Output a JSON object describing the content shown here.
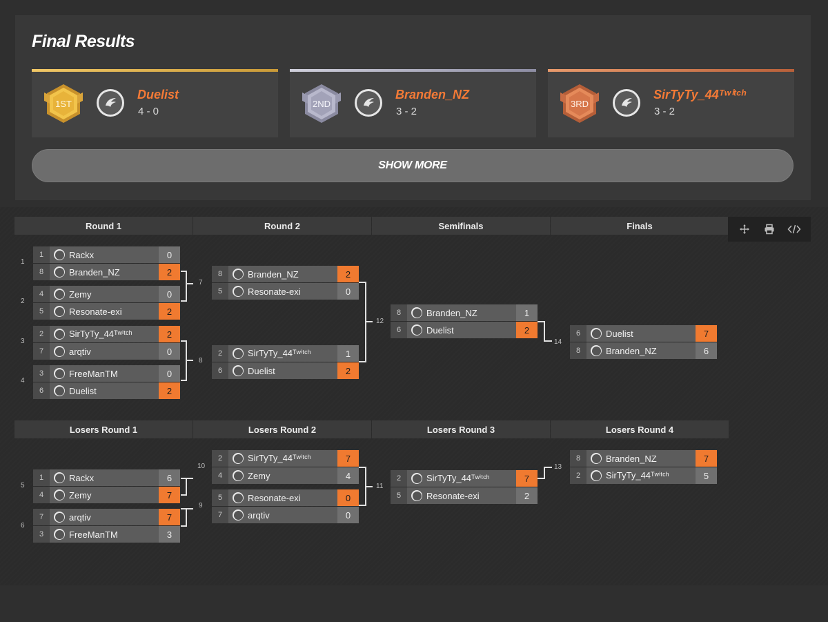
{
  "results": {
    "title": "Final Results",
    "show_more_label": "SHOW MORE",
    "podium": [
      {
        "place": "1ST",
        "name": "Duelist",
        "score": "4 - 0",
        "color": "#e2b23c"
      },
      {
        "place": "2ND",
        "name": "Branden_NZ",
        "score": "3 - 2",
        "color": "#a6a6b8"
      },
      {
        "place": "3RD",
        "name": "SirTyTy_44ᵀʷⁱᵗᶜʰ",
        "score": "3 - 2",
        "color": "#d9774a"
      }
    ]
  },
  "winners_headers": [
    "Round 1",
    "Round 2",
    "Semifinals",
    "Finals"
  ],
  "losers_headers": [
    "Losers Round 1",
    "Losers Round 2",
    "Losers Round 3",
    "Losers Round 4"
  ],
  "toolbar": [
    "move-icon",
    "print-icon",
    "embed-code-icon"
  ],
  "matches": [
    {
      "num": "1",
      "slots": [
        {
          "seed": "1",
          "name": "Rackx",
          "score": "0",
          "win": false
        },
        {
          "seed": "8",
          "name": "Branden_NZ",
          "score": "2",
          "win": true
        }
      ]
    },
    {
      "num": "2",
      "slots": [
        {
          "seed": "4",
          "name": "Zemy",
          "score": "0",
          "win": false
        },
        {
          "seed": "5",
          "name": "Resonate-exi",
          "score": "2",
          "win": true
        }
      ]
    },
    {
      "num": "3",
      "slots": [
        {
          "seed": "2",
          "name": "SirTyTy_44ᵀʷⁱᵗᶜʰ",
          "score": "2",
          "win": true
        },
        {
          "seed": "7",
          "name": "arqtiv",
          "score": "0",
          "win": false
        }
      ]
    },
    {
      "num": "4",
      "slots": [
        {
          "seed": "3",
          "name": "FreeManTM",
          "score": "0",
          "win": false
        },
        {
          "seed": "6",
          "name": "Duelist",
          "score": "2",
          "win": true
        }
      ]
    },
    {
      "num": "7",
      "slots": [
        {
          "seed": "8",
          "name": "Branden_NZ",
          "score": "2",
          "win": true
        },
        {
          "seed": "5",
          "name": "Resonate-exi",
          "score": "0",
          "win": false
        }
      ]
    },
    {
      "num": "8",
      "slots": [
        {
          "seed": "2",
          "name": "SirTyTy_44ᵀʷⁱᵗᶜʰ",
          "score": "1",
          "win": false
        },
        {
          "seed": "6",
          "name": "Duelist",
          "score": "2",
          "win": true
        }
      ]
    },
    {
      "num": "12",
      "slots": [
        {
          "seed": "8",
          "name": "Branden_NZ",
          "score": "1",
          "win": false
        },
        {
          "seed": "6",
          "name": "Duelist",
          "score": "2",
          "win": true
        }
      ]
    },
    {
      "num": "14",
      "slots": [
        {
          "seed": "6",
          "name": "Duelist",
          "score": "7",
          "win": true
        },
        {
          "seed": "8",
          "name": "Branden_NZ",
          "score": "6",
          "win": false
        }
      ]
    },
    {
      "num": "5",
      "slots": [
        {
          "seed": "1",
          "name": "Rackx",
          "score": "6",
          "win": false
        },
        {
          "seed": "4",
          "name": "Zemy",
          "score": "7",
          "win": true
        }
      ]
    },
    {
      "num": "6",
      "slots": [
        {
          "seed": "7",
          "name": "arqtiv",
          "score": "7",
          "win": true
        },
        {
          "seed": "3",
          "name": "FreeManTM",
          "score": "3",
          "win": false
        }
      ]
    },
    {
      "num": "10",
      "slots": [
        {
          "seed": "2",
          "name": "SirTyTy_44ᵀʷⁱᵗᶜʰ",
          "score": "7",
          "win": true
        },
        {
          "seed": "4",
          "name": "Zemy",
          "score": "4",
          "win": false
        }
      ]
    },
    {
      "num": "9",
      "slots": [
        {
          "seed": "5",
          "name": "Resonate-exi",
          "score": "0",
          "win": true
        },
        {
          "seed": "7",
          "name": "arqtiv",
          "score": "0",
          "win": false
        }
      ]
    },
    {
      "num": "11",
      "slots": [
        {
          "seed": "2",
          "name": "SirTyTy_44ᵀʷⁱᵗᶜʰ",
          "score": "7",
          "win": true
        },
        {
          "seed": "5",
          "name": "Resonate-exi",
          "score": "2",
          "win": false
        }
      ]
    },
    {
      "num": "13",
      "slots": [
        {
          "seed": "8",
          "name": "Branden_NZ",
          "score": "7",
          "win": true
        },
        {
          "seed": "2",
          "name": "SirTyTy_44ᵀʷⁱᵗᶜʰ",
          "score": "5",
          "win": false
        }
      ]
    }
  ]
}
